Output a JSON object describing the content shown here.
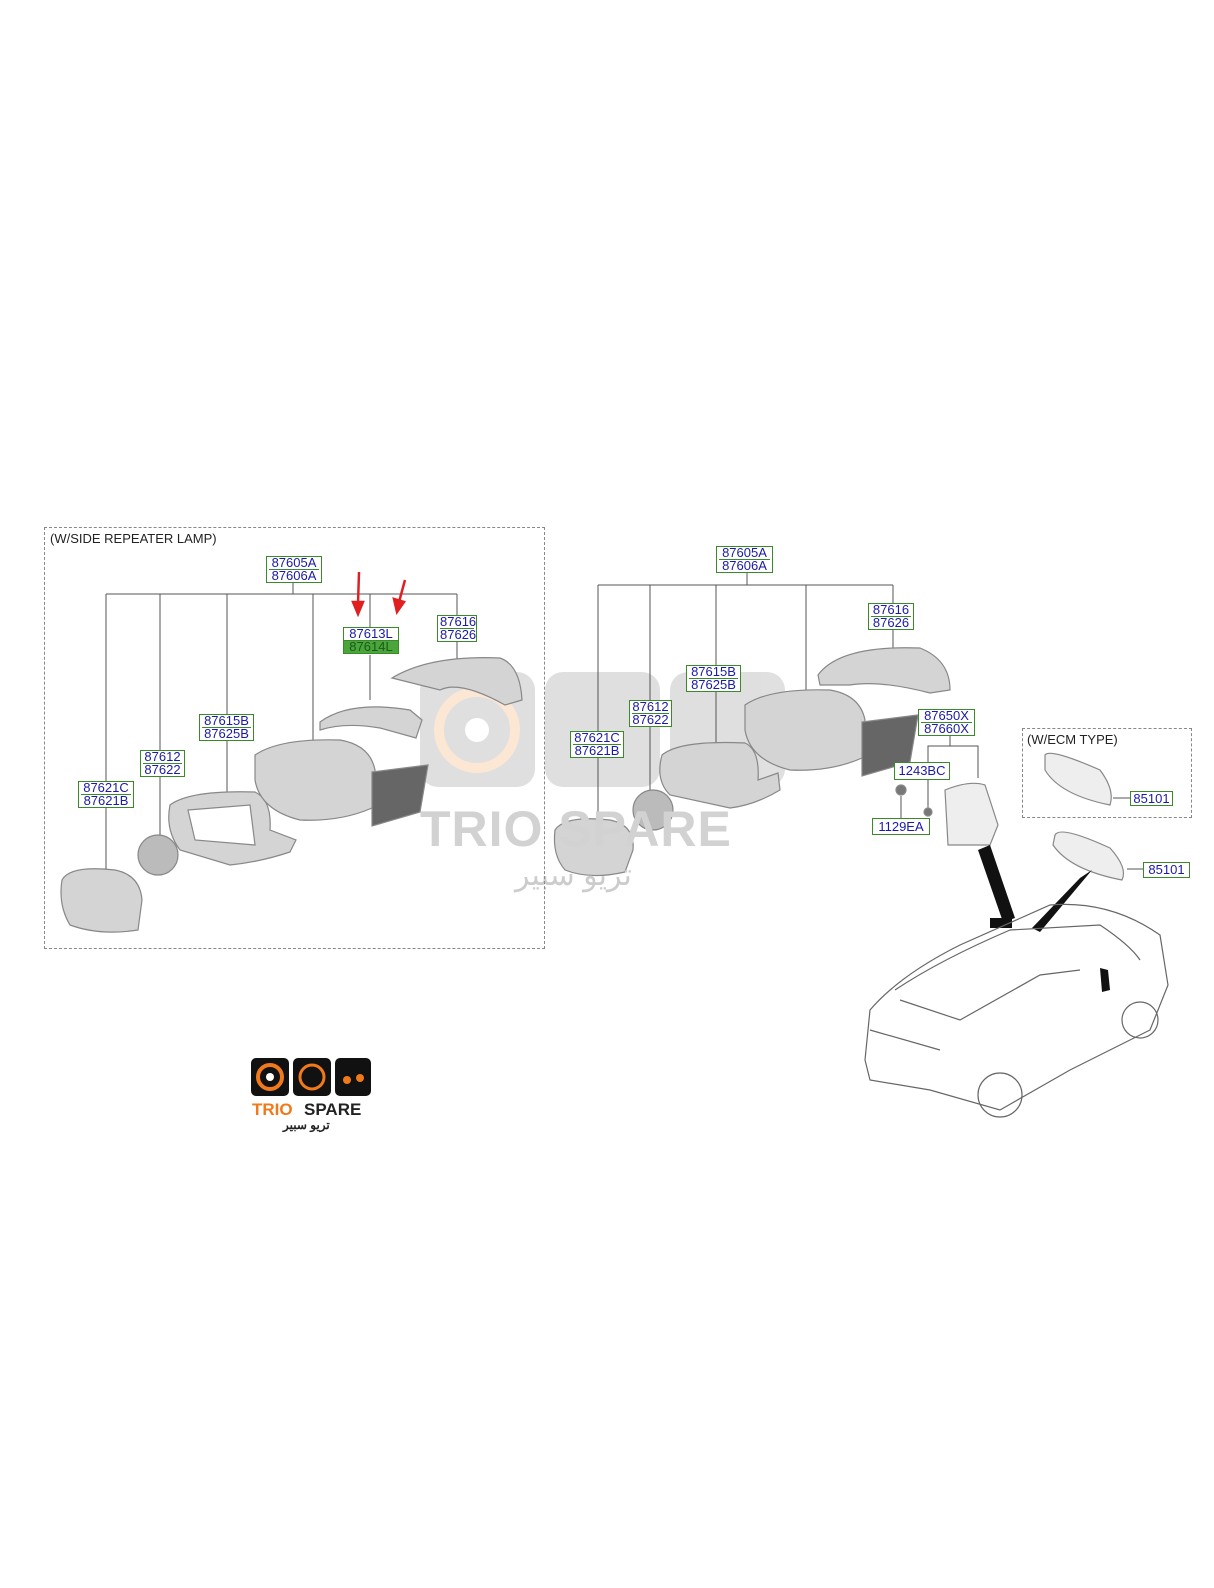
{
  "left_panel": {
    "caption": "(W/SIDE REPEATER LAMP)",
    "labels": [
      {
        "top": "87605A",
        "bottom": "87606A"
      },
      {
        "top": "87613L",
        "bottom": "87614L"
      },
      {
        "top": "87616",
        "bottom": "87626"
      },
      {
        "top": "87615B",
        "bottom": "87625B"
      },
      {
        "top": "87612",
        "bottom": "87622"
      },
      {
        "top": "87621C",
        "bottom": "87621B"
      }
    ]
  },
  "right_panel": {
    "labels": [
      {
        "top": "87605A",
        "bottom": "87606A"
      },
      {
        "top": "87616",
        "bottom": "87626"
      },
      {
        "top": "87615B",
        "bottom": "87625B"
      },
      {
        "top": "87612",
        "bottom": "87622"
      },
      {
        "top": "87621C",
        "bottom": "87621B"
      },
      {
        "top": "87650X",
        "bottom": "87660X"
      }
    ],
    "single_labels": [
      "1243BC",
      "1129EA",
      "85101"
    ]
  },
  "ecm_panel": {
    "caption": "(W/ECM TYPE)",
    "label": "85101"
  },
  "watermark": {
    "text": "TRIO SPARE",
    "arabic": "تريو سبير"
  },
  "logo": {
    "brand_left": "TRIO",
    "brand_right": "SPARE",
    "arabic": "تريو سبير"
  },
  "colors": {
    "label_border": "#3a8a2a",
    "label_text": "#1a1aa8",
    "highlight": "#4aa53a",
    "arrow": "#e02020",
    "logo_orange": "#f07a1a"
  }
}
